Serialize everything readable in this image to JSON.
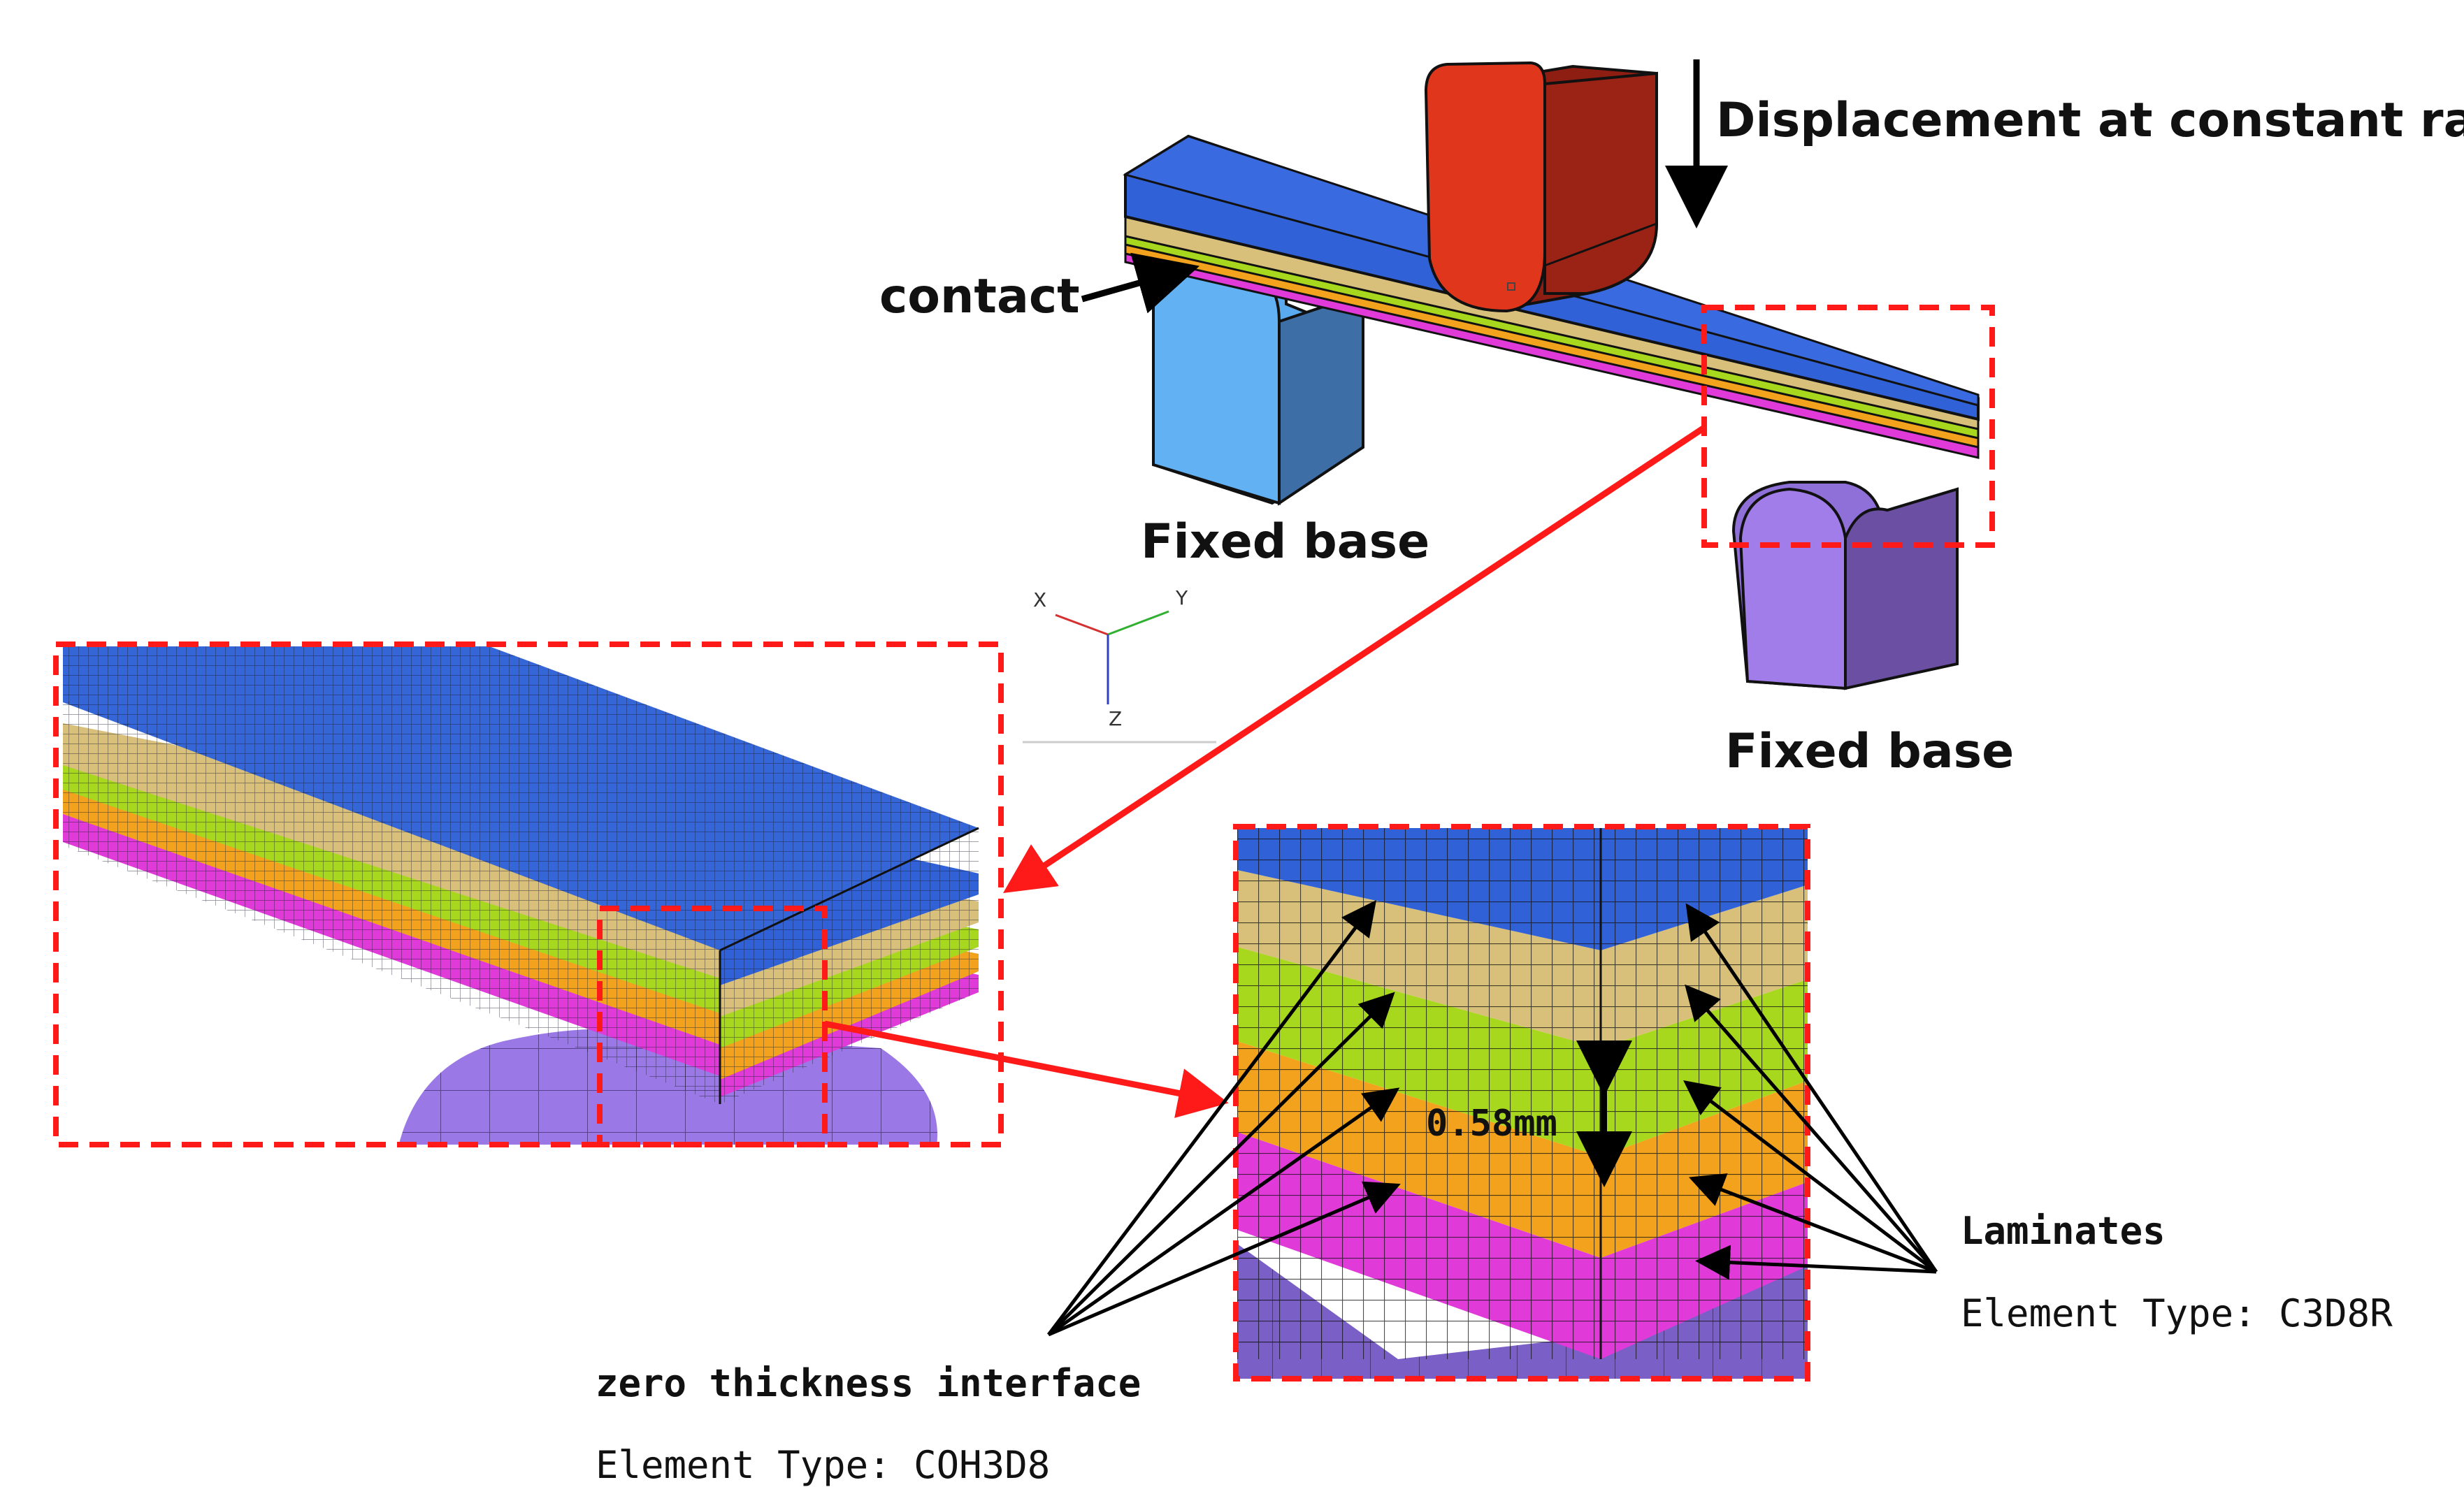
{
  "labels": {
    "displacement": "Displacement at constant rate",
    "contact": "contact",
    "fixed_base_left": "Fixed base",
    "fixed_base_right": "Fixed base",
    "thickness": "0.58mm",
    "laminates": "Laminates",
    "laminates_element": "Element Type: C3D8R",
    "interface": "zero thickness interface",
    "interface_element": "Element Type: COH3D8"
  },
  "axes_triad": {
    "x": "X",
    "y": "Y",
    "z": "Z"
  },
  "colors": {
    "top_ply": "#3061d6",
    "ply_tan": "#d9c07a",
    "ply_green": "#a8d81e",
    "ply_orange": "#f2a21c",
    "ply_magenta": "#e03ad9",
    "punch": "#e0361c",
    "support_left": "#5aaaf0",
    "support_right": "#9a78e6",
    "highlight": "#ff1a1a"
  },
  "icons": [
    "arrow-down-icon",
    "arrow-right-icon",
    "coordinate-triad-icon"
  ]
}
